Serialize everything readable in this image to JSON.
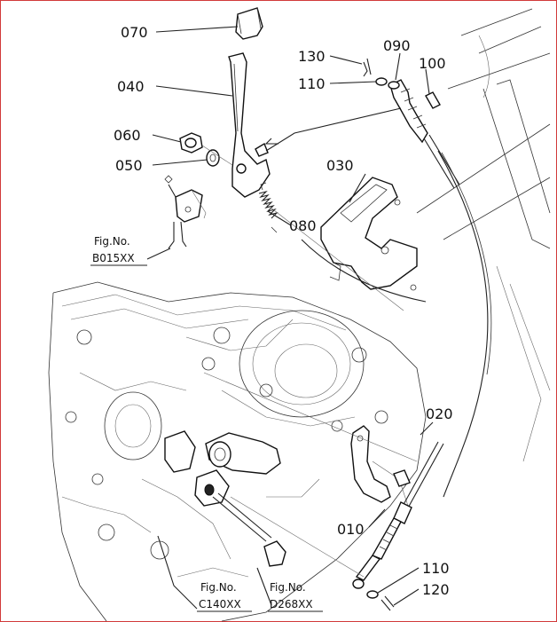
{
  "parts": {
    "p070": "070",
    "p040": "040",
    "p060": "060",
    "p050": "050",
    "p130": "130",
    "p090": "090",
    "p100": "100",
    "p110_top": "110",
    "p030": "030",
    "p080": "080",
    "p020": "020",
    "p010": "010",
    "p110_bottom": "110",
    "p120": "120"
  },
  "figure_refs": {
    "b015": {
      "label": "Fig.No.",
      "code": "B015XX"
    },
    "c140": {
      "label": "Fig.No.",
      "code": "C140XX"
    },
    "d268": {
      "label": "Fig.No.",
      "code": "D268XX"
    }
  },
  "colors": {
    "line": "#222222",
    "frame": "#d23a3a"
  }
}
